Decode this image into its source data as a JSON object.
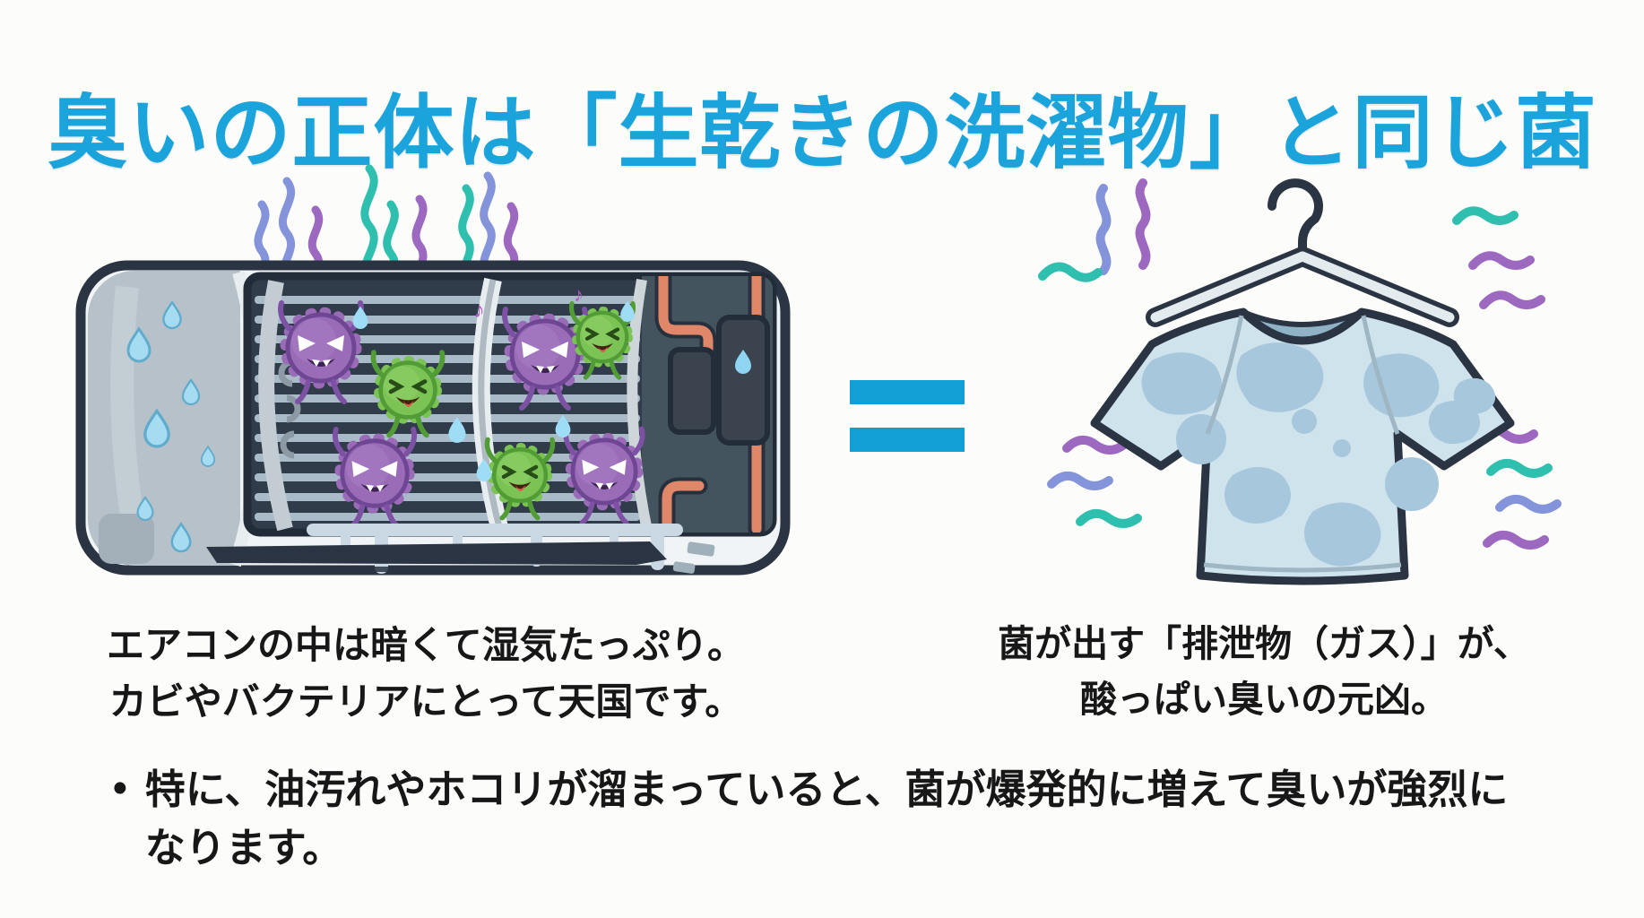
{
  "title": {
    "text": "臭いの正体は「生乾きの洗濯物」と同じ菌"
  },
  "left_panel": {
    "illustration": "air-conditioner-with-germs-icon",
    "music_note": "♪",
    "caption": [
      "エアコンの中は暗くて湿気たっぷり。",
      "カビやバクテリアにとって天国です。"
    ]
  },
  "comparison": {
    "operator": "="
  },
  "right_panel": {
    "illustration": "damp-tshirt-on-hanger-icon",
    "caption": [
      "菌が出す「排泄物（ガス）」が、",
      "酸っぱい臭いの元凶。"
    ]
  },
  "note": {
    "marker": "•",
    "lines": [
      "特に、油汚れやホコリが溜まっていると、菌が爆発的に増えて臭いが強烈に",
      "なります。"
    ]
  },
  "colors": {
    "title_blue": "#1ba3dc",
    "equals_blue": "#119fd6",
    "body_text": "#171717",
    "background": "#fcfcfa",
    "outline_navy": "#2b3442",
    "germ_purple": "#9a6cb8",
    "germ_green": "#7cc356",
    "stink_teal": "#2fbfae",
    "stink_purple": "#9c68c0",
    "stink_periwinkle": "#8494da",
    "pipe_orange": "#e0876a",
    "water_drop_blue": "#a6dcf2",
    "shirt_blue": "#cfe3ed",
    "shirt_stain_blue": "#a7c8dc"
  }
}
